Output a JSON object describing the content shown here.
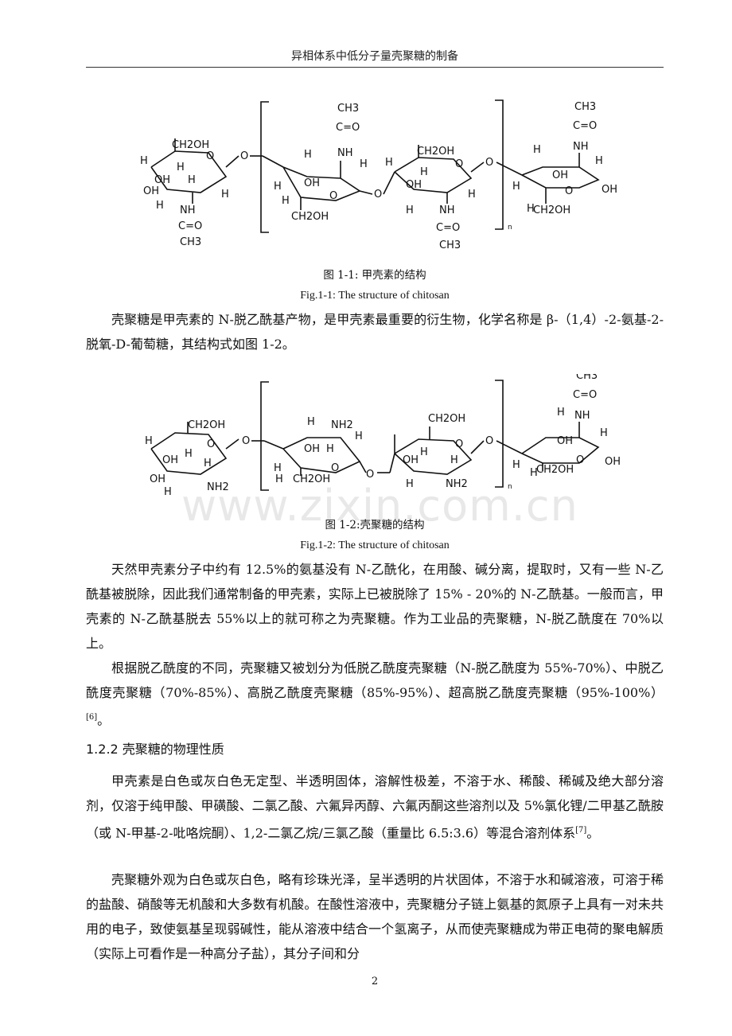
{
  "header": {
    "title": "异相体系中低分子量壳聚糖的制备"
  },
  "watermark": "www.zixin.com.cn",
  "figure1": {
    "caption_zh": "图 1-1:  甲壳素的结构",
    "caption_en": "Fig.1-1: The structure of chitosan",
    "labels": {
      "ch2oh": "CH2OH",
      "oh": "OH",
      "h": "H",
      "nh": "NH",
      "co": "C=O",
      "ch3": "CH3",
      "o": "O",
      "n": "n"
    }
  },
  "figure2": {
    "caption_zh": "图 1-2:壳聚糖的结构",
    "caption_en": "Fig.1-2: The structure of chitosan",
    "labels": {
      "nh2": "NH2"
    }
  },
  "paragraphs": {
    "p1": "壳聚糖是甲壳素的 N-脱乙酰基产物，是甲壳素最重要的衍生物，化学名称是 β-（1,4）-2-氨基-2-脱氧-D-葡萄糖，其结构式如图 1-2。",
    "p2": "天然甲壳素分子中约有 12.5%的氨基没有 N-乙酰化，在用酸、碱分离，提取时，又有一些 N-乙酰基被脱除，因此我们通常制备的甲壳素，实际上已被脱除了 15% - 20%的 N-乙酰基。一般而言，甲壳素的 N-乙酰基脱去 55%以上的就可称之为壳聚糖。作为工业品的壳聚糖，N-脱乙酰度在 70%以上。",
    "p3": "根据脱乙酰度的不同，壳聚糖又被划分为低脱乙酰度壳聚糖（N-脱乙酰度为 55%-70%）、中脱乙酰度壳聚糖（70%-85%）、高脱乙酰度壳聚糖（85%-95%）、超高脱乙酰度壳聚糖（95%-100%）",
    "p3_ref": "[6]",
    "p3_end": "。",
    "section_title": "1.2.2 壳聚糖的物理性质",
    "p4": "甲壳素是白色或灰白色无定型、半透明固体，溶解性极差，不溶于水、稀酸、稀碱及绝大部分溶剂，仅溶于纯甲酸、甲磺酸、二氯乙酸、六氟异丙醇、六氟丙酮这些溶剂以及 5%氯化锂/二甲基乙酰胺（或 N-甲基-2-吡咯烷酮）、1,2-二氯乙烷/三氯乙酸（重量比 6.5:3.6）等混合溶剂体系",
    "p4_ref": "[7]",
    "p4_end": "。",
    "p5": "壳聚糖外观为白色或灰白色，略有珍珠光泽，呈半透明的片状固体，不溶于水和碱溶液，可溶于稀的盐酸、硝酸等无机酸和大多数有机酸。在酸性溶液中，壳聚糖分子链上氨基的氮原子上具有一对未共用的电子，致使氨基呈现弱碱性，能从溶液中结合一个氢离子，从而使壳聚糖成为带正电荷的聚电解质（实际上可看作是一种高分子盐），其分子间和分"
  },
  "footer": {
    "page_number": "2"
  }
}
